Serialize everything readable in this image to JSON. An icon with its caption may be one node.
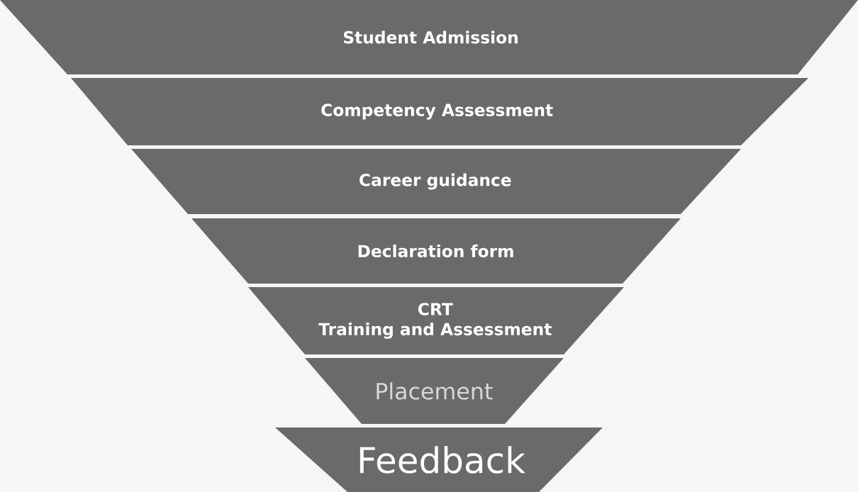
{
  "diagram": {
    "nodes": [
      {
        "text": [
          "Student Admission"
        ]
      },
      {
        "text": [
          "Competency Assessment"
        ]
      },
      {
        "text": [
          "Career guidance"
        ]
      },
      {
        "text": [
          "Declaration form"
        ]
      },
      {
        "text": [
          "CRT",
          "Training and Assessment"
        ]
      },
      {
        "text": [
          "Placement"
        ]
      },
      {
        "text": [
          "Feedback"
        ]
      }
    ]
  }
}
